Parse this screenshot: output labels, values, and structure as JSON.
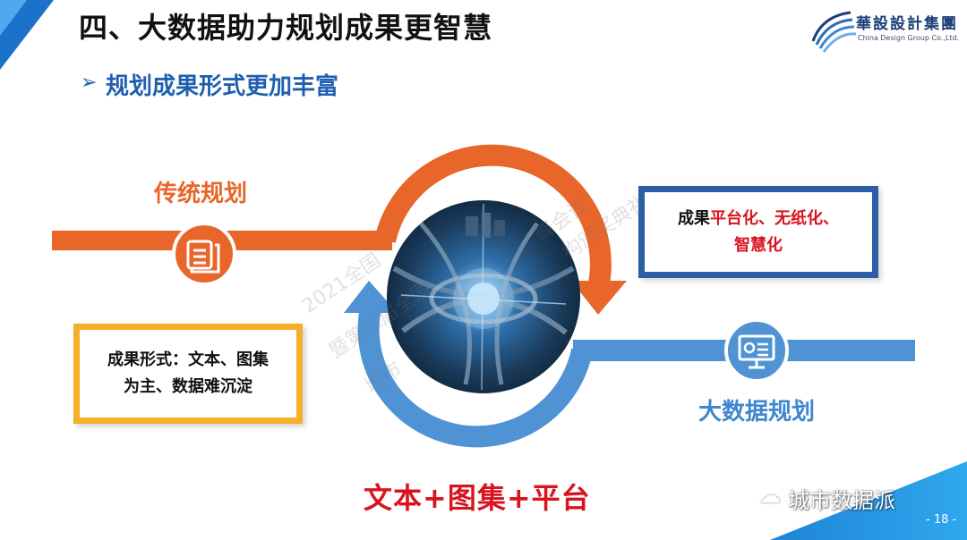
{
  "colors": {
    "orange": "#e8662a",
    "blue": "#3f86cf",
    "darkblue": "#2c5ea4",
    "yellow": "#f5b02a",
    "red": "#d9141e",
    "title_blue": "#1f5fb0"
  },
  "header": {
    "title": "四、大数据助力规划成果更智慧",
    "logo_cn": "華設設計集團",
    "logo_en": "China Design Group Co.,Ltd."
  },
  "subtitle": {
    "bullet_icon": "arrow-bullet-icon",
    "text": "规划成果形式更加丰富"
  },
  "diagram": {
    "traditional_label": "传统规划",
    "traditional_icon": "document-stack-icon",
    "bigdata_label": "大数据规划",
    "bigdata_icon": "monitor-chart-icon",
    "center_image": "city-interchange-photo",
    "left_box": {
      "line1": "成果形式：文本、图集",
      "line2": "为主、数据难沉淀"
    },
    "right_box": {
      "line1_dark": "成果",
      "line1_red": "平台化、无纸化、",
      "line2_red": "智慧化"
    }
  },
  "formula": "文本+图集+平台",
  "watermark": {
    "line1": "2021全国",
    "line2": "暨第二届全国",
    "line3": "城市",
    "line4": "峰会议",
    "line5": "构颁奖典礼"
  },
  "footer": {
    "wechat_icon": "wechat-icon",
    "wechat_text": "城市数据派",
    "page": "- 18 -"
  }
}
